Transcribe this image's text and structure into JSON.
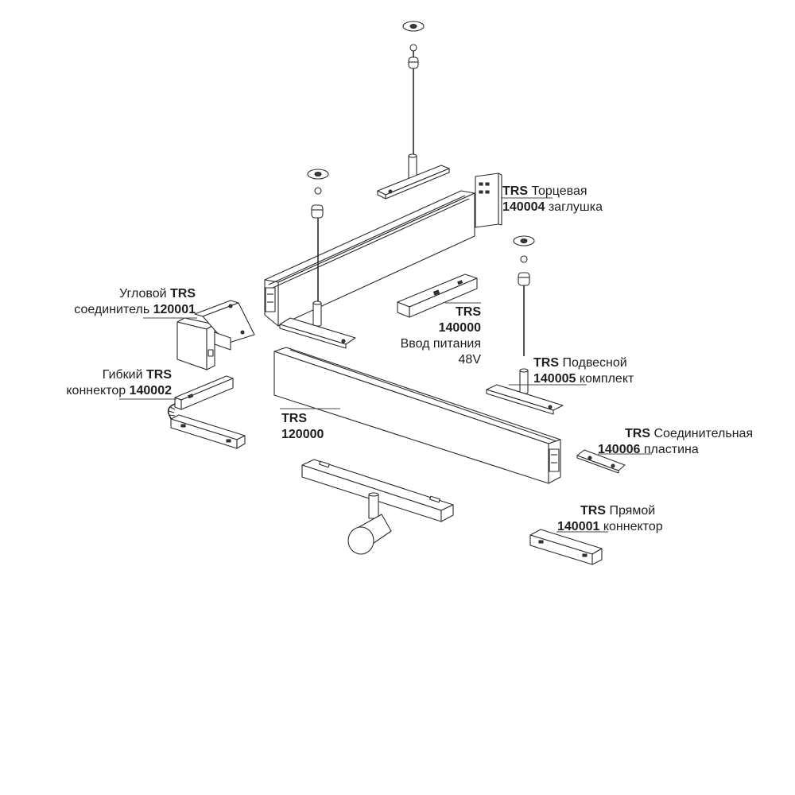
{
  "labels": {
    "end_cap": {
      "brand": "TRS",
      "code": "140004",
      "line1": "Торцевая",
      "line2": "заглушка"
    },
    "corner": {
      "line1": "Угловой",
      "brand": "TRS",
      "line2": "соединитель",
      "code": "120001"
    },
    "power": {
      "brand": "TRS",
      "code": "140000",
      "line3": "Ввод питания",
      "line4": "48V"
    },
    "suspension": {
      "brand": "TRS",
      "code": "140005",
      "line1": "Подвесной",
      "line2": "комплект"
    },
    "flexible": {
      "line1": "Гибкий",
      "brand": "TRS",
      "line2": "коннектор",
      "code": "140002"
    },
    "track": {
      "brand": "TRS",
      "code": "120000"
    },
    "plate": {
      "brand": "TRS",
      "code": "140006",
      "line1": "Соединительная",
      "line2": "пластина"
    },
    "straight": {
      "brand": "TRS",
      "code": "140001",
      "line1": "Прямой",
      "line2": "коннектор"
    }
  },
  "icons": [
    "suspension-kit-icon",
    "track-profile-icon",
    "end-cap-icon",
    "corner-connector-icon",
    "power-input-icon",
    "flexible-connector-icon",
    "connection-plate-icon",
    "straight-connector-icon",
    "spotlight-icon"
  ],
  "colors": {
    "line": "#2b2b2b",
    "text": "#1e1e1e",
    "background": "#ffffff"
  }
}
